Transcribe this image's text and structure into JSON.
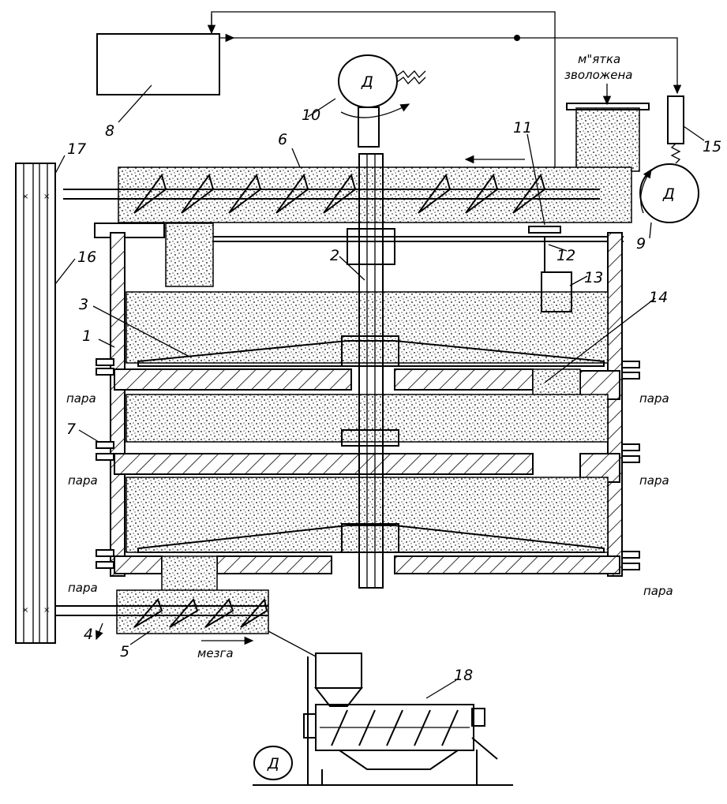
{
  "labels": {
    "n1": "1",
    "n2": "2",
    "n3": "3",
    "n4": "4",
    "n5": "5",
    "n6": "6",
    "n7": "7",
    "n8": "8",
    "n9": "9",
    "n10": "10",
    "n11": "11",
    "n12": "12",
    "n13": "13",
    "n14": "14",
    "n15": "15",
    "n16": "16",
    "n17": "17",
    "n18": "18"
  },
  "text": {
    "motor": "Д",
    "steam": "пара",
    "pulp_out": "мезга",
    "input_line1": "м\"ятка",
    "input_line2": "зволожена"
  }
}
